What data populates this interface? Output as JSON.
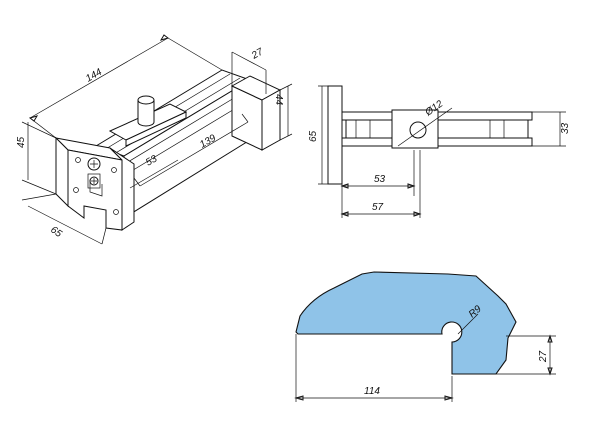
{
  "iso_view": {
    "dims": {
      "length": "144",
      "depth": "27",
      "height": "45",
      "right_height": "44",
      "slot": "139",
      "slot_short": "53",
      "plate": "65"
    }
  },
  "top_view": {
    "dims": {
      "height": "65",
      "diameter": "Ø12",
      "width": "33",
      "inner": "53",
      "overall": "57"
    }
  },
  "glass_cutout": {
    "fill_color": "#8fc3e8",
    "dims": {
      "radius": "R9",
      "length": "114",
      "height": "27"
    }
  }
}
